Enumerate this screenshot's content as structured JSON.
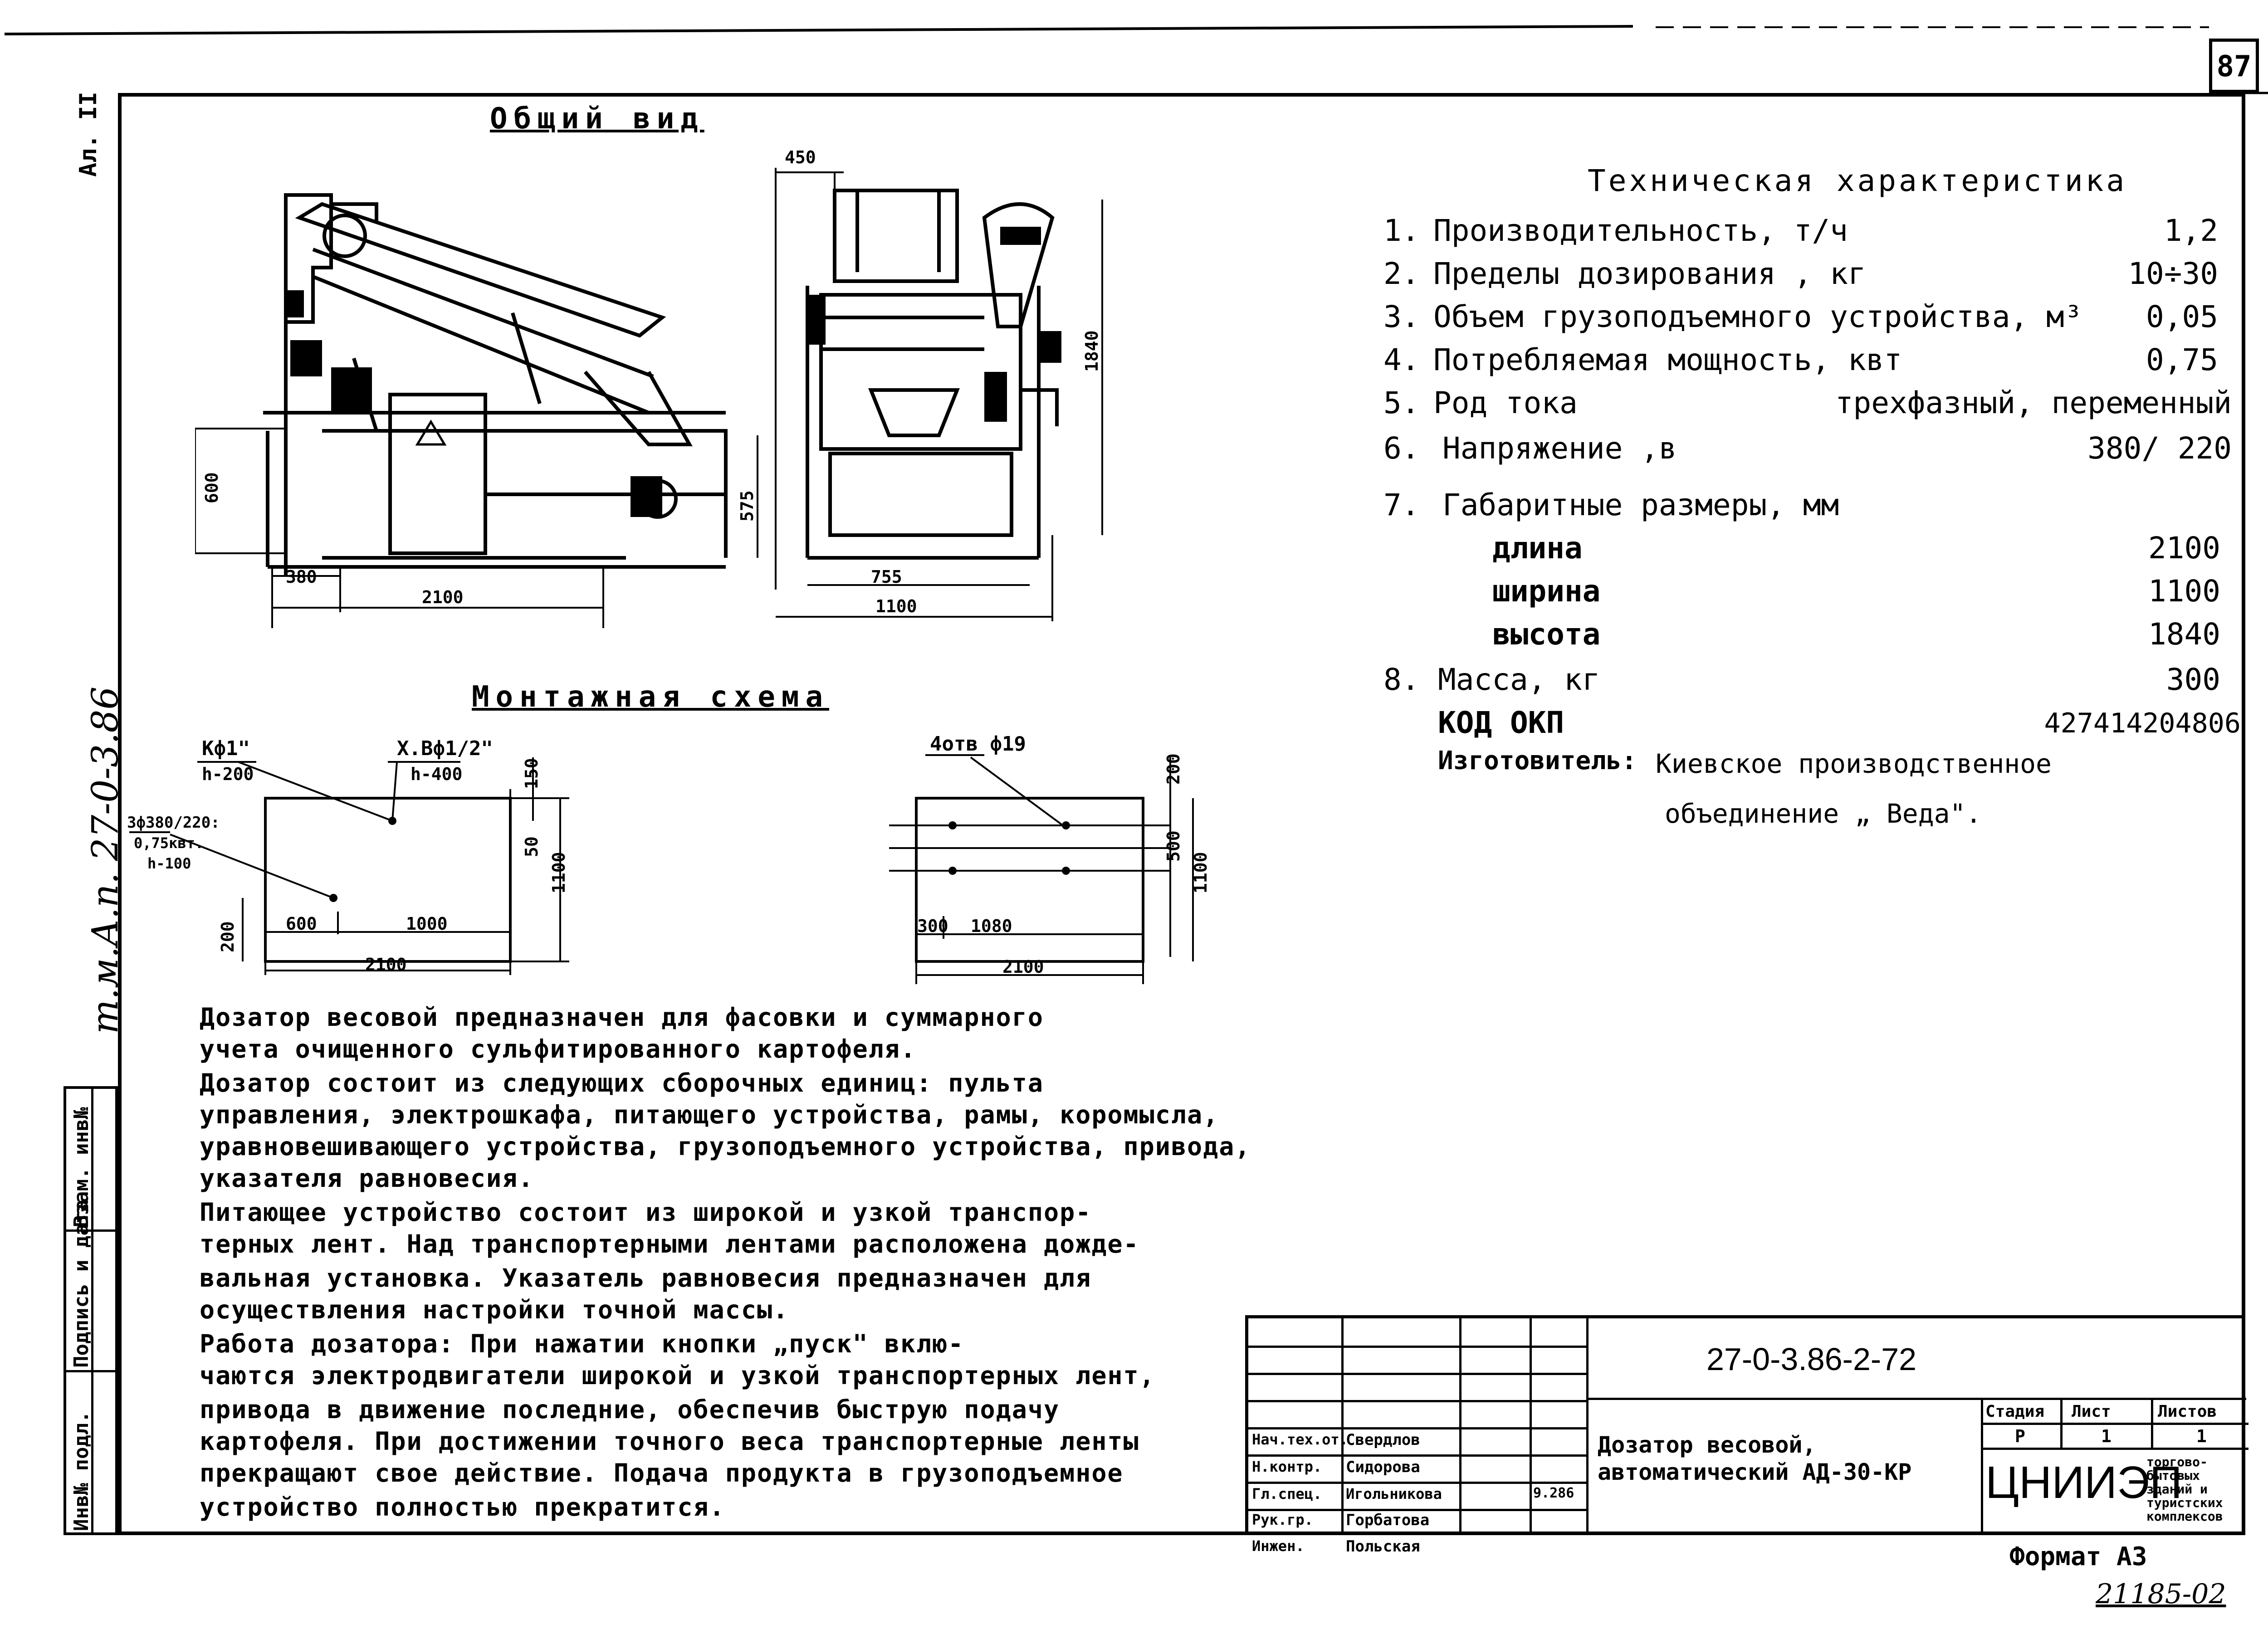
{
  "page_number": "87",
  "side_label_top": "Ал. II",
  "side_doc_code": "т.м.А.п. 27-0-3.86",
  "side_stamp": [
    "Инв№ подл.",
    "Подпись и дата",
    "Взам. инв№"
  ],
  "general_view": {
    "title": "Общий вид",
    "dims_side": {
      "d600": "600",
      "d380": "380",
      "d2100": "2100",
      "d575": "575"
    },
    "dims_front": {
      "d450": "450",
      "d1840": "1840",
      "d755": "755",
      "d1100": "1100"
    }
  },
  "mounting_scheme": {
    "title": "Монтажная схема",
    "left": {
      "k1": "Кф1\"",
      "k1h": "h-200",
      "x1": "Х.Вф1/2\"",
      "x1h": "h-400",
      "power": "3ф380/220:",
      "power_kw": "0,75квт.",
      "power_h": "h-100",
      "d150": "150",
      "d50": "50",
      "d1100": "1100",
      "d200": "200",
      "d600": "600",
      "d1000": "1000",
      "d2100": "2100"
    },
    "right": {
      "holes": "4отв ф19",
      "d200": "200",
      "d500": "500",
      "d1100": "1100",
      "d300": "300",
      "d1080": "1080",
      "d2100": "2100"
    }
  },
  "tech": {
    "title": "Техническая характеристика",
    "rows": [
      {
        "n": "1.",
        "label": "Производительность, т/ч",
        "value": "1,2"
      },
      {
        "n": "2.",
        "label": "Пределы дозирования , кг",
        "value": "10÷30"
      },
      {
        "n": "3.",
        "label": "Объем грузоподъемного устройства, м³",
        "value": "0,05"
      },
      {
        "n": "4.",
        "label": "Потребляемая мощность, квт",
        "value": "0,75"
      },
      {
        "n": "5.",
        "label": "Род тока",
        "value": "трехфазный, переменный"
      },
      {
        "n": "6.",
        "label": "Напряжение ,в",
        "value": "380/ 220"
      },
      {
        "n": "7.",
        "label": "Габаритные размеры, мм",
        "value": ""
      }
    ],
    "dims": [
      {
        "label": "длина",
        "value": "2100"
      },
      {
        "label": "ширина",
        "value": "1100"
      },
      {
        "label": "высота",
        "value": "1840"
      }
    ],
    "mass": {
      "n": "8.",
      "label": "Масса, кг",
      "value": "300"
    },
    "okp": {
      "label": "КОД ОКП",
      "value": "427414204806"
    },
    "maker_label": "Изготовитель:",
    "maker_line1": "Киевское производственное",
    "maker_line2": "объединение „ Веда\"."
  },
  "description": [
    "      Дозатор весовой предназначен для фасовки и суммарного",
    "учета очищенного сульфитированного картофеля.",
    "      Дозатор состоит из следующих сборочных единиц: пульта",
    "управления, электрошкафа, питающего устройства, рамы, коромысла,",
    "уравновешивающего устройства, грузоподъемного устройства, привода,",
    "указателя равновесия.",
    "      Питающее устройство состоит из широкой и узкой транспор-",
    "терных лент. Над транспортерными лентами расположена дожде-",
    "вальная установка. Указатель равновесия предназначен для",
    "осуществления настройки точной массы.",
    "      Работа дозатора: При нажатии кнопки „пуск\" вклю-",
    "чаются электродвигатели широкой и узкой транспортерных лент,",
    "привода в движение последние, обеспечив быструю подачу",
    "картофеля. При достижении точного веса транспортерные ленты",
    "прекращают свое действие. Подача продукта в грузоподъемное",
    "устройство полностью прекратится."
  ],
  "title_block": {
    "doc_number": "27-0-3.86-2-72",
    "name_line1": "Дозатор весовой,",
    "name_line2": "автоматический АД-30-КР",
    "stage_label": "Стадия",
    "sheet_label": "Лист",
    "sheets_label": "Листов",
    "stage": "Р",
    "sheet": "1",
    "sheets": "1",
    "org": "ЦНИИЭП",
    "org_desc": [
      "торгово-",
      "бытовых",
      "зданий и",
      "туристских",
      "комплексов"
    ],
    "people": [
      {
        "role": "Нач.тех.от.",
        "name": "Свердлов"
      },
      {
        "role": "Н.контр.",
        "name": "Сидорова"
      },
      {
        "role": "Гл.спец.",
        "name": "Игольникова"
      },
      {
        "role": "Рук.гр.",
        "name": "Горбатова"
      },
      {
        "role": "Инжен.",
        "name": "Польская"
      }
    ],
    "date": "9.286"
  },
  "format": "Формат А3",
  "archive_number": "21185-02"
}
